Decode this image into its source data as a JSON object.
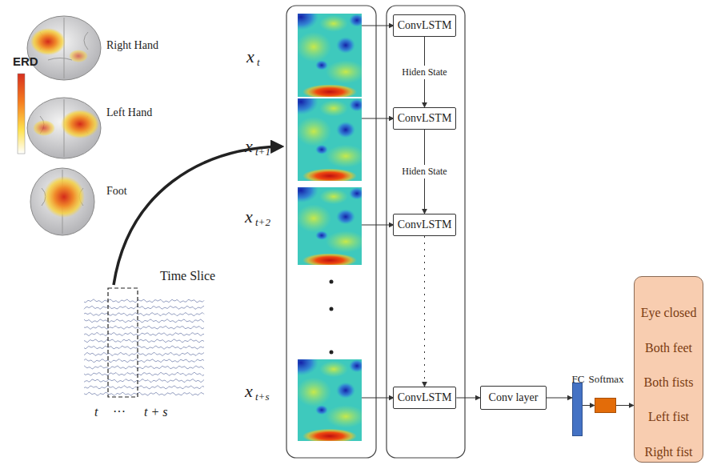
{
  "diagram": {
    "nodes": [
      {
        "text": [
          "ConvLSTM"
        ]
      },
      {
        "text": [
          "ConvLSTM"
        ]
      },
      {
        "text": [
          "ConvLSTM"
        ]
      },
      {
        "text": [
          "ConvLSTM"
        ]
      },
      {
        "text": [
          "Conv layer"
        ]
      },
      {
        "text": [
          "FC"
        ]
      },
      {
        "text": [
          "Softmax"
        ]
      },
      {
        "text": [
          "Eye closed",
          "Both feet",
          "Both fists",
          "Left fist",
          "Right fist"
        ]
      }
    ],
    "edges": [
      {
        "from": 0,
        "to": 1,
        "label": "Hiden State",
        "arrow": "to"
      },
      {
        "from": 1,
        "to": 2,
        "label": "Hiden State",
        "arrow": "to"
      },
      {
        "from": 2,
        "to": 3,
        "arrow": "to"
      },
      {
        "from": 3,
        "to": 4,
        "arrow": "to"
      },
      {
        "from": 4,
        "to": 5,
        "arrow": "to"
      },
      {
        "from": 5,
        "to": 6,
        "arrow": "to"
      },
      {
        "from": 6,
        "to": 7,
        "arrow": "to"
      }
    ],
    "labels": [
      "ERD",
      "Right Hand",
      "Left Hand",
      "Foot",
      "Time Slice",
      "t",
      "···",
      "t + s",
      "x",
      "t",
      "x",
      "t+1",
      "x",
      "t+2",
      "x",
      "t+s"
    ]
  }
}
